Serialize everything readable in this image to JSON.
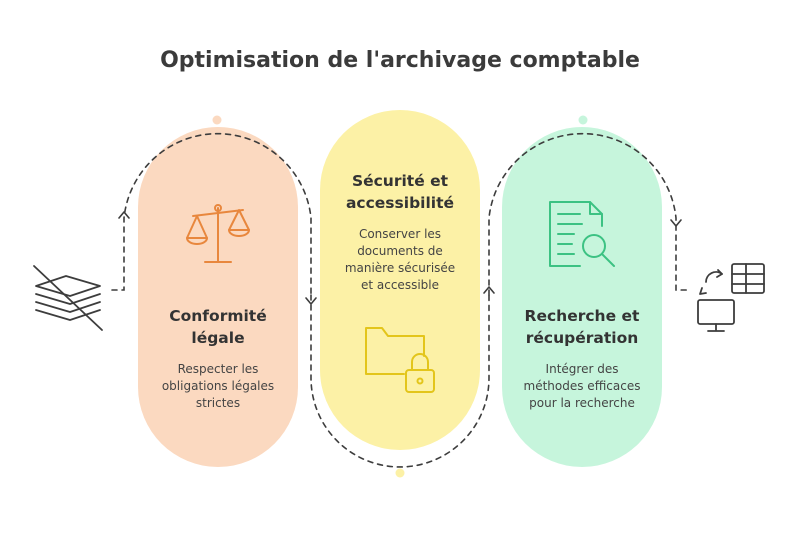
{
  "title": "Optimisation de l'archivage comptable",
  "steps": [
    {
      "heading_line1": "Conformité",
      "heading_line2": "légale",
      "desc_line1": "Respecter les",
      "desc_line2": "obligations légales",
      "desc_line3": "strictes",
      "icon": "scales-icon",
      "color": "#fbd9c0",
      "icon_color": "#e8873d"
    },
    {
      "heading_line1": "Sécurité et",
      "heading_line2": "accessibilité",
      "desc_line1": "Conserver les",
      "desc_line2": "documents de",
      "desc_line3": "manière sécurisée",
      "desc_line4": "et accessible",
      "icon": "locked-folder-icon",
      "color": "#fcf1a6",
      "icon_color": "#e3c51b"
    },
    {
      "heading_line1": "Recherche et",
      "heading_line2": "récupération",
      "desc_line1": "Intégrer des",
      "desc_line2": "méthodes efficaces",
      "desc_line3": "pour la recherche",
      "icon": "document-search-icon",
      "color": "#c6f5dc",
      "icon_color": "#3cc283"
    }
  ],
  "start_icon": "crossed-out-papers-icon",
  "end_icon": "table-monitor-sync-icon"
}
